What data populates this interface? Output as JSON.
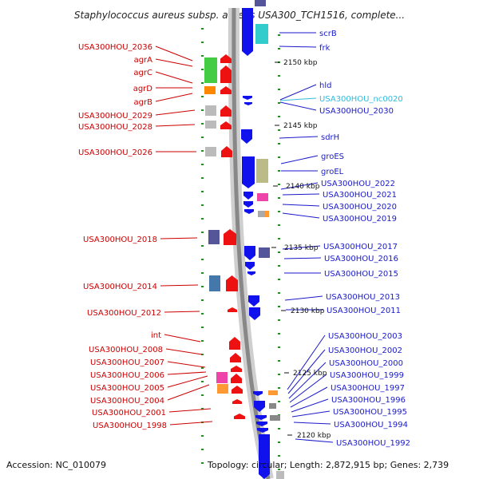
{
  "title": "Staphylococcus aureus subsp. aureus USA300_TCH1516, complete...",
  "footer": {
    "accession": "Accession: NC_010079",
    "topology": "Topology: circular; Length: 2,872,915 bp; Genes: 2,739"
  },
  "colors": {
    "left_labels": "#cc0000",
    "right_labels": "#1a1acc",
    "highlight_label": "#33bbdd",
    "backbone": "#888888",
    "tick": "#2a8a2a"
  },
  "kbp_marks": [
    "2150 kbp",
    "2145 kbp",
    "2140 kbp",
    "2135 kbp",
    "2130 kbp",
    "2125 kbp",
    "2120 kbp"
  ],
  "left_labels": [
    "USA300HOU_2036",
    "agrA",
    "agrC",
    "agrD",
    "agrB",
    "USA300HOU_2029",
    "USA300HOU_2028",
    "USA300HOU_2026",
    "USA300HOU_2018",
    "USA300HOU_2014",
    "USA300HOU_2012",
    "int",
    "USA300HOU_2008",
    "USA300HOU_2007",
    "USA300HOU_2006",
    "USA300HOU_2005",
    "USA300HOU_2004",
    "USA300HOU_2001",
    "USA300HOU_1998"
  ],
  "right_labels": [
    "scrB",
    "frk",
    "hld",
    "USA300HOU_nc0020",
    "USA300HOU_2030",
    "sdrH",
    "groES",
    "groEL",
    "USA300HOU_2022",
    "USA300HOU_2021",
    "USA300HOU_2020",
    "USA300HOU_2019",
    "USA300HOU_2017",
    "USA300HOU_2016",
    "USA300HOU_2015",
    "USA300HOU_2013",
    "USA300HOU_2011",
    "USA300HOU_2003",
    "USA300HOU_2002",
    "USA300HOU_2000",
    "USA300HOU_1999",
    "USA300HOU_1997",
    "USA300HOU_1996",
    "USA300HOU_1995",
    "USA300HOU_1994",
    "USA300HOU_1992"
  ]
}
